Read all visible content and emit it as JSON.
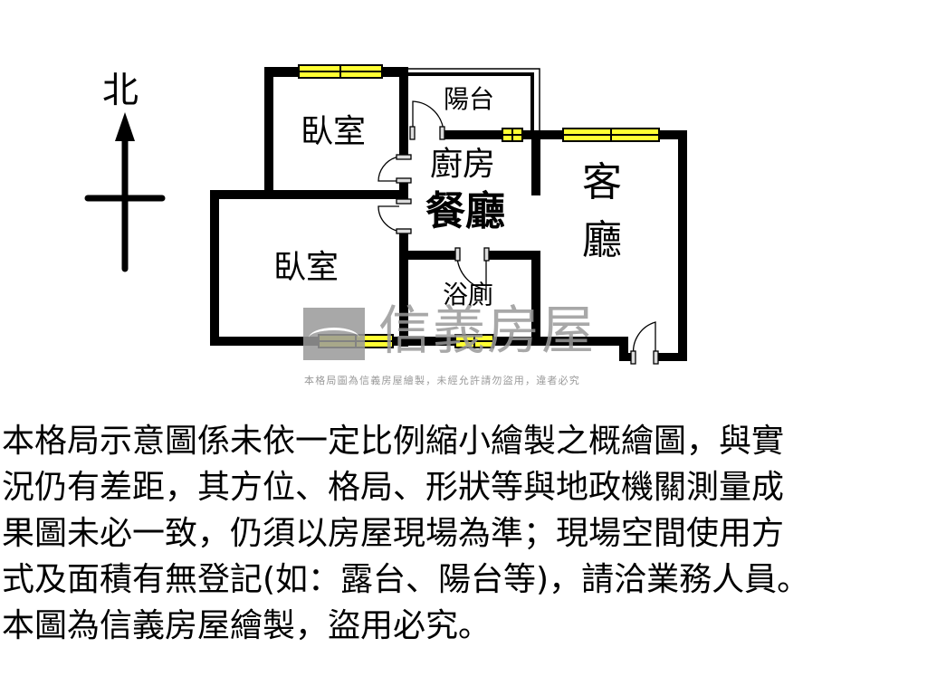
{
  "compass": {
    "label": "北",
    "direction": "north"
  },
  "rooms": {
    "bedroom_north": "臥室",
    "bedroom_south": "臥室",
    "balcony": "陽台",
    "kitchen": "廚房",
    "dining": "餐廳",
    "living_line1": "客",
    "living_line2": "廳",
    "bathroom": "浴廁"
  },
  "watermark": {
    "brand": "信義房屋",
    "caption": "本格局圖為信義房屋繪製，未經允許請勿盜用，違者必究"
  },
  "disclaimer": {
    "lines": [
      "本格局示意圖係未依一定比例縮小繪製之概繪圖，與實",
      "況仍有差距，其方位、格局、形狀等與地政機關測量成",
      "果圖未必一致，仍須以房屋現場為準；現場空間使用方",
      "式及面積有無登記(如：露台、陽台等)，請洽業務人員。",
      "本圖為信義房屋繪製，盜用必究。"
    ]
  },
  "colors": {
    "wall": "#000000",
    "window": "#ffff33",
    "watermark": "#9a9a9a",
    "background": "#ffffff"
  }
}
